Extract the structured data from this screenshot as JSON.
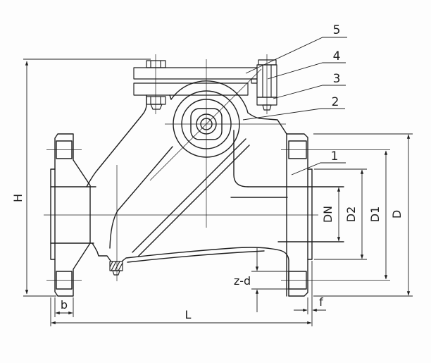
{
  "drawing": {
    "background": "#fdfdfd",
    "line_color": "#1f1f1f",
    "kind": "check-valve-engineering-drawing"
  },
  "callouts": [
    {
      "number": "5"
    },
    {
      "number": "4"
    },
    {
      "number": "3"
    },
    {
      "number": "2"
    },
    {
      "number": "1"
    }
  ],
  "dimensions": {
    "H": "H",
    "b": "b",
    "L": "L",
    "zd": "z-d",
    "f": "f",
    "DN": "DN",
    "D2": "D2",
    "D1": "D1",
    "D": "D"
  }
}
